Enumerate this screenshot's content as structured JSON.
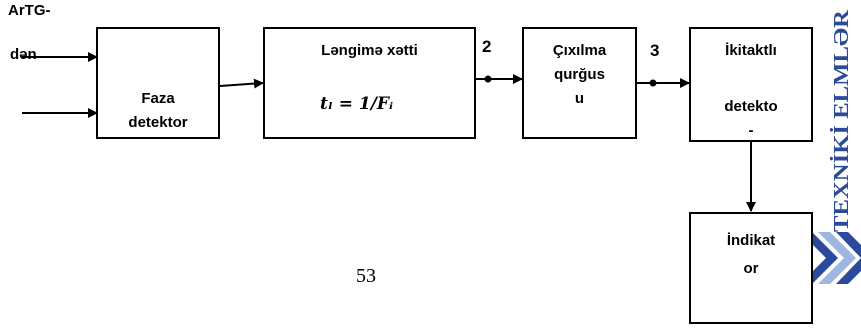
{
  "inputs": {
    "top_label_line1": "ArTG-",
    "top_label_line2": "dən"
  },
  "blocks": {
    "phase_detector": {
      "line1": "Faza",
      "line2": "detektor"
    },
    "delay_line": {
      "title": "Ləngimə xətti",
      "formula": "tₗ = 1/Fᵢ"
    },
    "subtraction": {
      "line1": "Çıxılma",
      "line2": "qurğus",
      "line3": "u"
    },
    "push_pull_detector": {
      "line1": "İkitaktlı",
      "line2": "detekto",
      "line3": "-"
    },
    "indicator": {
      "line1": "İndikat",
      "line2": "or"
    }
  },
  "points": {
    "p2": "2",
    "p3": "3"
  },
  "page_number": "53",
  "side_banner": {
    "text": "TEXNİKİ ELMLƏR",
    "color": "#2b4a9b"
  },
  "colors": {
    "line": "#000000",
    "chevron_dark": "#2b4a9b",
    "chevron_light": "#9fb6e0"
  }
}
